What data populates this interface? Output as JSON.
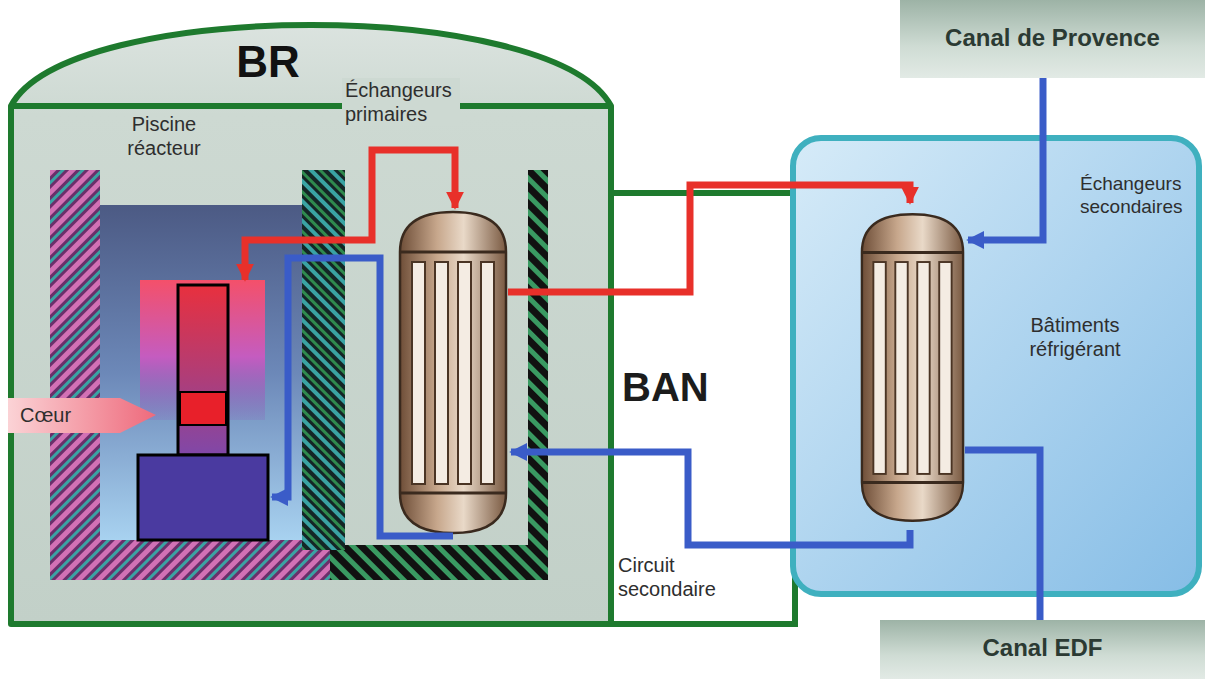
{
  "diagram": {
    "nodes": [
      {
        "text": [
          "BR"
        ]
      },
      {
        "text": [
          "Piscine réacteur"
        ],
        "in": 0
      },
      {
        "text": [
          "BAN"
        ]
      },
      {
        "text": [
          "Échangeurs secondaires",
          "Bâtiments réfrigérant"
        ]
      },
      {
        "text": [
          "Canal de Provence"
        ]
      },
      {
        "text": [
          "Canal EDF"
        ]
      }
    ],
    "edges": [
      {
        "from": 4,
        "to": 3,
        "arrow": "none"
      },
      {
        "from": 3,
        "to": 5,
        "arrow": "none"
      }
    ],
    "labels": [
      "Échangeurs primaires",
      "Cœur",
      "Circuit secondaire"
    ]
  }
}
